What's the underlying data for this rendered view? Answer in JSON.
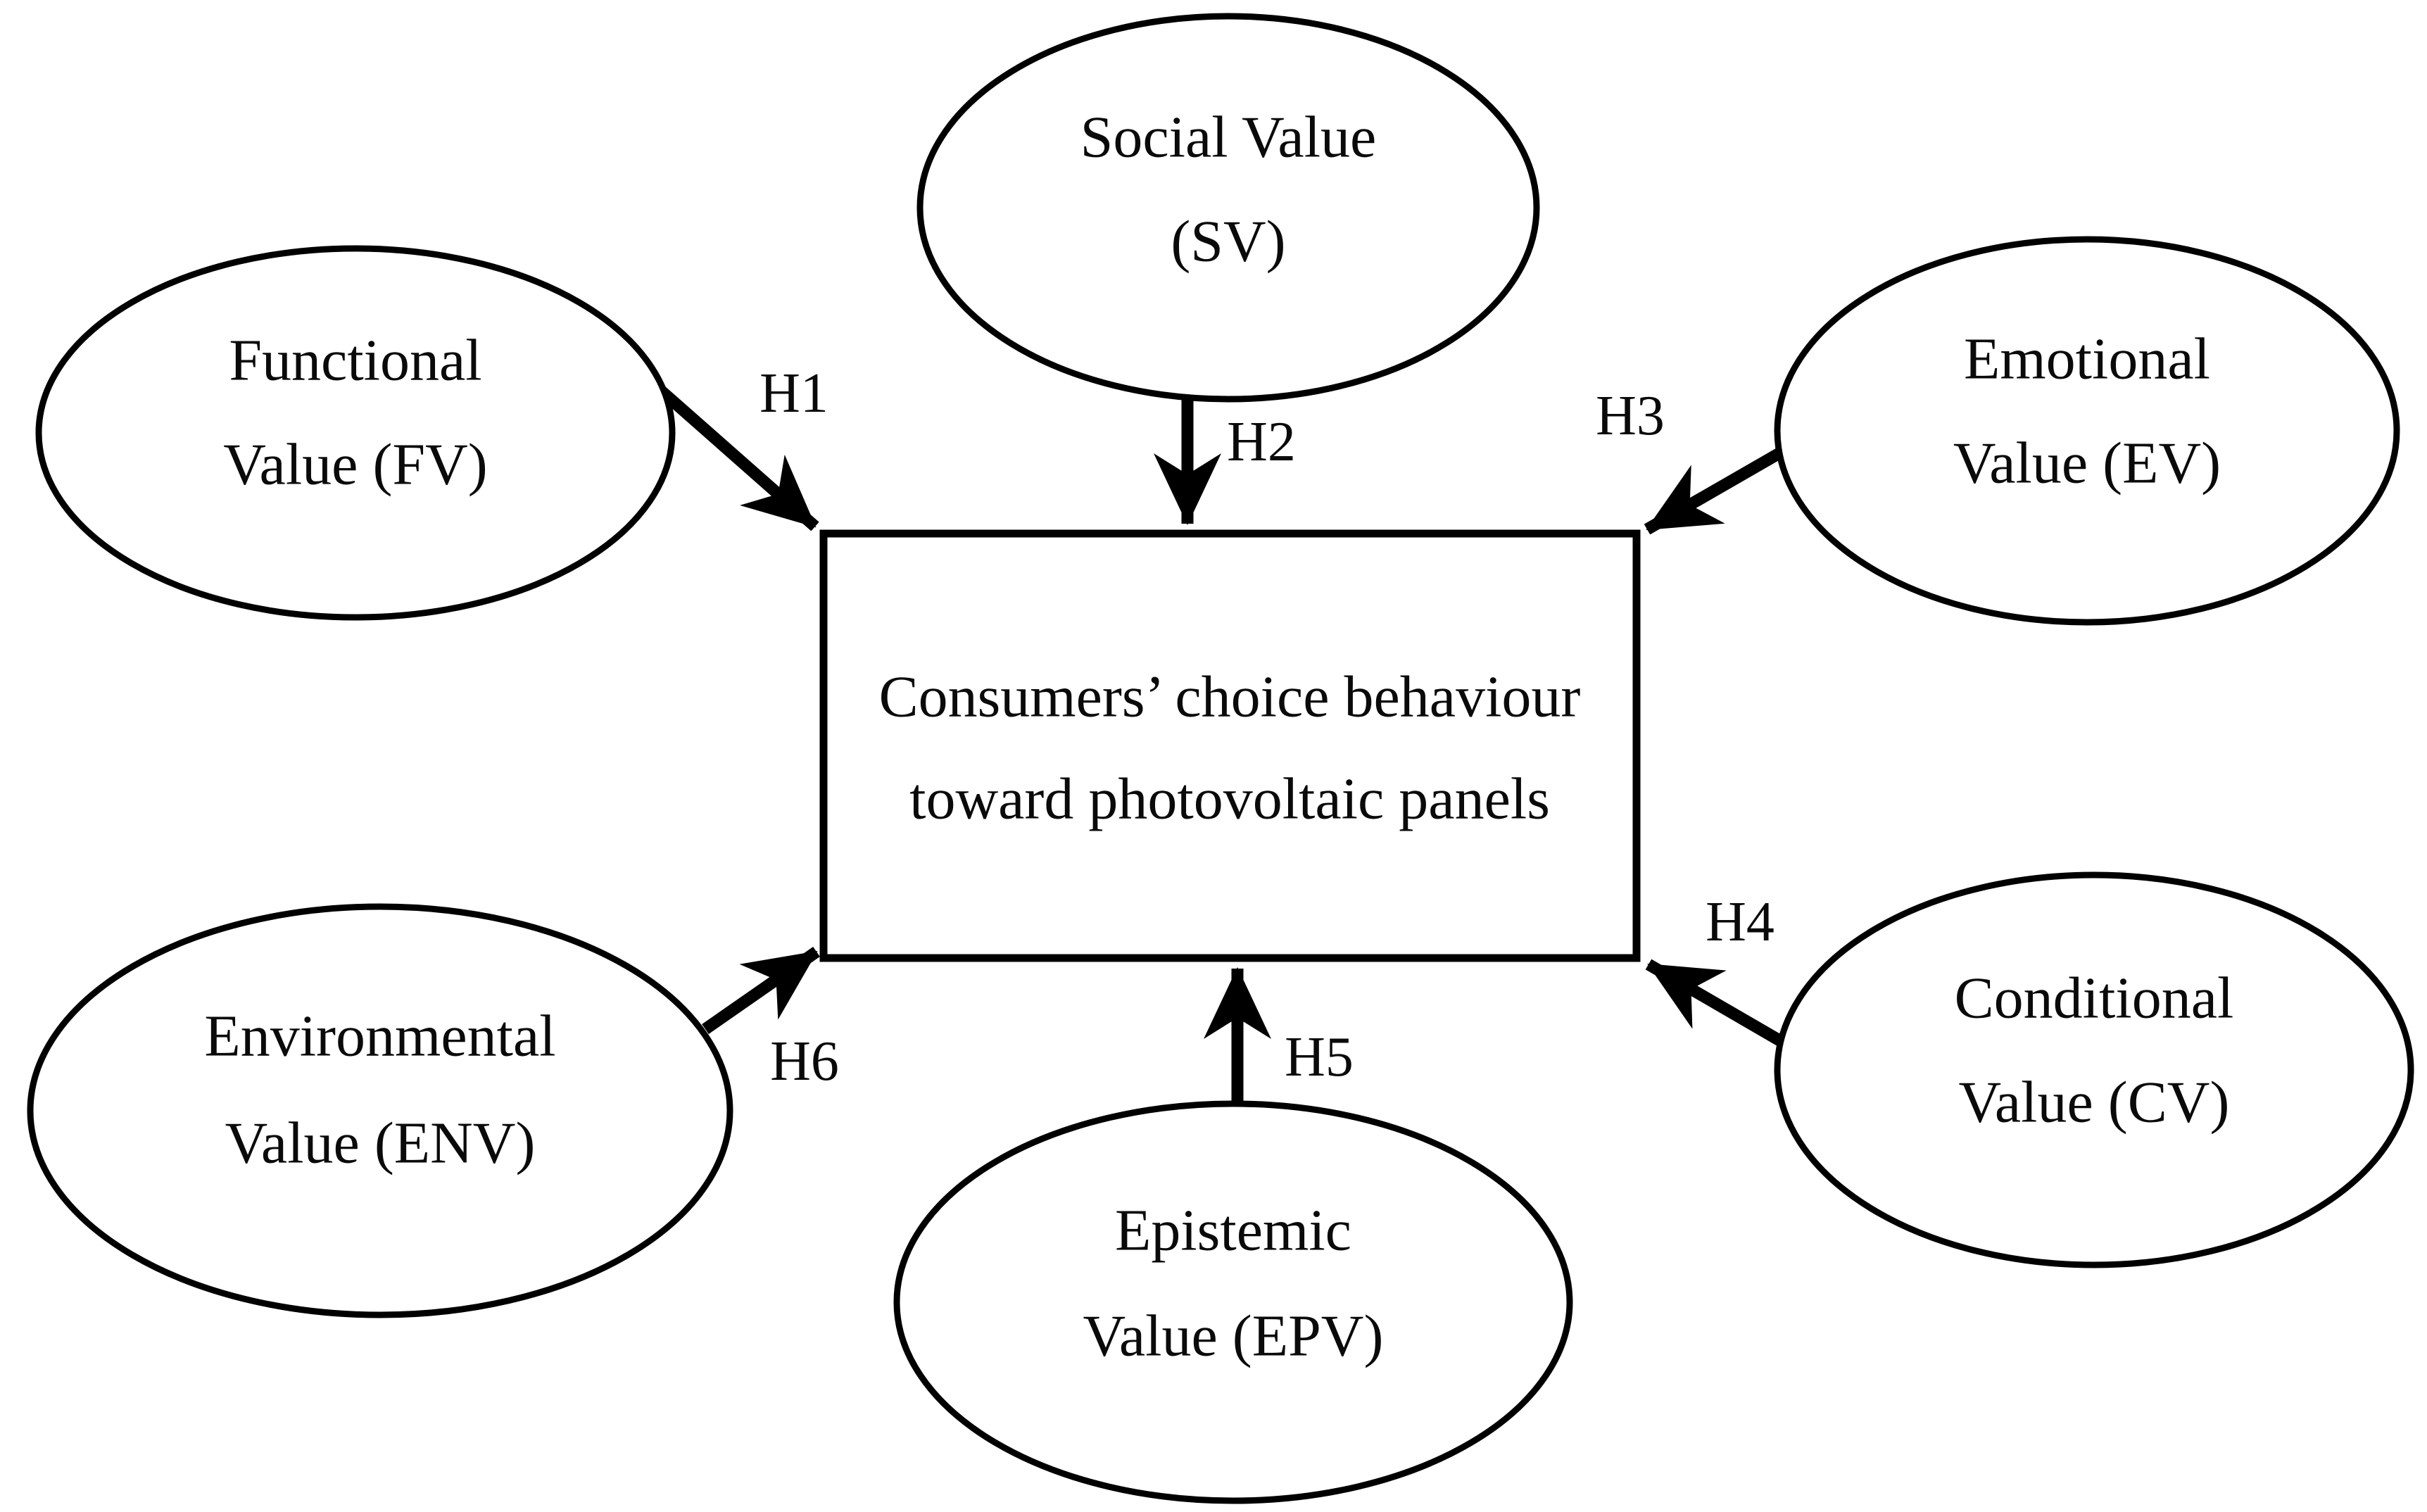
{
  "figure": {
    "background": "#ffffff",
    "ink": "#000000",
    "center_box": {
      "line1": "Consumers’ choice behaviour",
      "line2": "toward photovoltaic panels"
    },
    "nodes": [
      {
        "id": "FV",
        "position": "top-left",
        "line1": "Functional",
        "line2": "Value (FV)"
      },
      {
        "id": "SV",
        "position": "top-center",
        "line1": "Social Value",
        "line2": "(SV)"
      },
      {
        "id": "EV",
        "position": "top-right",
        "line1": "Emotional",
        "line2": "Value (EV)"
      },
      {
        "id": "ENV",
        "position": "bottom-left",
        "line1": "Environmental",
        "line2": "Value (ENV)"
      },
      {
        "id": "EPV",
        "position": "bottom-center",
        "line1": "Epistemic",
        "line2": "Value (EPV)"
      },
      {
        "id": "CV",
        "position": "bottom-right",
        "line1": "Conditional",
        "line2": "Value (CV)"
      }
    ],
    "hypotheses": [
      {
        "label": "H1",
        "from": "FV",
        "to": "center-box"
      },
      {
        "label": "H2",
        "from": "SV",
        "to": "center-box"
      },
      {
        "label": "H3",
        "from": "EV",
        "to": "center-box"
      },
      {
        "label": "H4",
        "from": "CV",
        "to": "center-box"
      },
      {
        "label": "H5",
        "from": "EPV",
        "to": "center-box"
      },
      {
        "label": "H6",
        "from": "ENV",
        "to": "center-box"
      }
    ]
  }
}
